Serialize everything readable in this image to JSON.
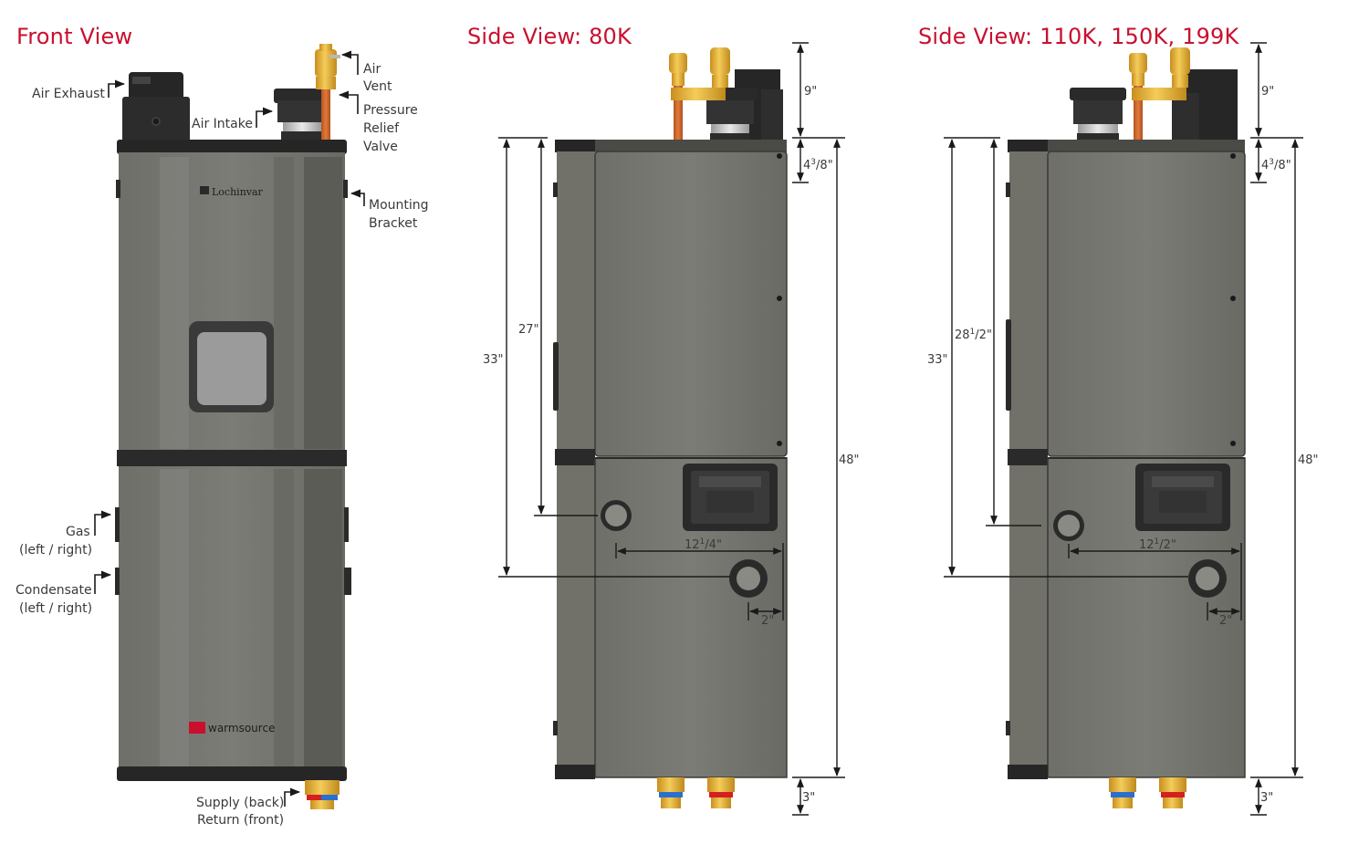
{
  "titles": {
    "front": "Front View",
    "side_a": "Side View: 80K",
    "side_b": "Side View: 110K, 150K, 199K"
  },
  "front_labels": {
    "air_exhaust": "Air Exhaust",
    "air_intake": "Air Intake",
    "air_vent_1": "Air",
    "air_vent_2": "Vent",
    "prv_1": "Pressure",
    "prv_2": "Relief",
    "prv_3": "Valve",
    "mount_1": "Mounting",
    "mount_2": "Bracket",
    "gas_1": "Gas",
    "gas_2": "(left / right)",
    "cond_1": "Condensate",
    "cond_2": "(left / right)",
    "supply": "Supply (back)",
    "return": "Return (front)",
    "brand_top": "Lochinvar",
    "brand_bottom": "warmsource"
  },
  "side_a_dims": {
    "top": "9\"",
    "cap_w": "4",
    "cap_n": "3",
    "cap_d": "8",
    "cap_q": "\"",
    "height": "48\"",
    "bottom": "3\"",
    "left_outer": "33\"",
    "left_inner": "27\"",
    "horiz_w": "12",
    "horiz_n": "1",
    "horiz_d": "4",
    "horiz_q": "\"",
    "offset": "2\""
  },
  "side_b_dims": {
    "top": "9\"",
    "cap_w": "4",
    "cap_n": "3",
    "cap_d": "8",
    "cap_q": "\"",
    "height": "48\"",
    "bottom": "3\"",
    "left_outer": "33\"",
    "left_inner_w": "28",
    "left_inner_n": "1",
    "left_inner_d": "2",
    "left_inner_q": "\"",
    "horiz_w": "12",
    "horiz_n": "1",
    "horiz_d": "2",
    "horiz_q": "\"",
    "offset": "2\""
  },
  "colors": {
    "title": "#c8102e",
    "body": "#7a7a74",
    "body_dark": "#55554f",
    "cap": "#2a2a2a",
    "brass": "#e0b040",
    "copper": "#cf6a2a",
    "supply": "#d42020",
    "return": "#2a6fd0"
  }
}
